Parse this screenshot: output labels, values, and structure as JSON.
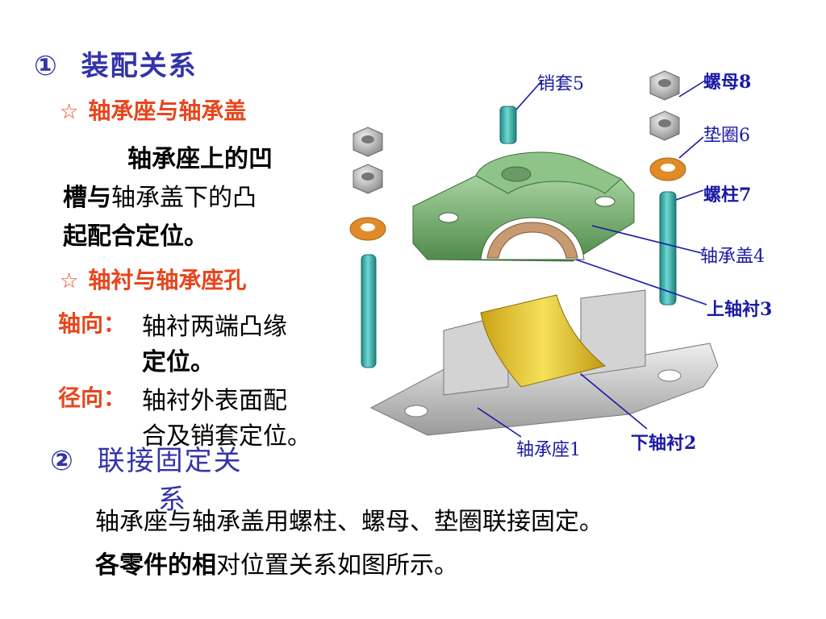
{
  "section1": {
    "number": "①",
    "title": "装配关系"
  },
  "sub1": {
    "star": "☆",
    "title": "轴承座与轴承盖"
  },
  "para1": {
    "line1": "轴承座上的凹",
    "line2_bold": "槽与",
    "line2_rest": "轴承盖下的凸",
    "line3": "起配合定位。"
  },
  "sub2": {
    "star": "☆",
    "title": "轴衬与轴承座孔"
  },
  "axial": {
    "label": "轴向：",
    "line1": "轴衬两端凸缘",
    "line2": "定位。"
  },
  "radial": {
    "label": "径向：",
    "line1": "轴衬外表面配",
    "line2": "合及销套定位。"
  },
  "section2": {
    "number": "②",
    "title_line1": "联接固定关",
    "title_line2": "系"
  },
  "para2": {
    "line1": "轴承座与轴承盖用螺柱、螺母、垫圈联接固定。",
    "line2_bold": "各零件的相",
    "line2_rest": "对位置关系如图所示。"
  },
  "parts": {
    "pin": "销套5",
    "nut": "螺母8",
    "washer": "垫圈6",
    "stud": "螺柱7",
    "cap": "轴承盖4",
    "upper_bush": "上轴衬3",
    "lower_bush": "下轴衬2",
    "base": "轴承座1"
  },
  "colors": {
    "title": "#3333aa",
    "accent": "#e8451c",
    "label": "#1a1aa6",
    "cap": "#7fb07a",
    "base": "#c8c8c8",
    "bush": "#e8c832",
    "stud": "#3fb6b0",
    "washer": "#e08a28"
  }
}
